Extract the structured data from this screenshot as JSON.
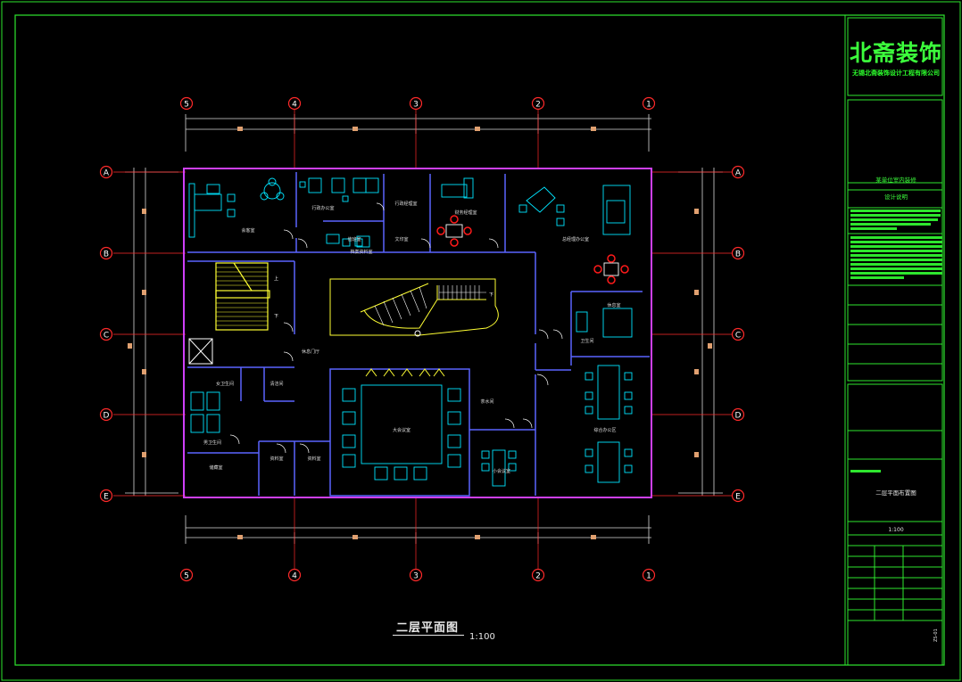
{
  "title_block": {
    "brand": "北斋装饰",
    "brand_subtitle": "无锡北斋装饰设计工程有限公司",
    "project": "某单位室内装修",
    "sub_label": "设计说明",
    "drawing_name": "二层平面布置图",
    "scale": "1:100",
    "vertical_code": "ZS-01"
  },
  "plan": {
    "title": "二层平面图",
    "scale": "1:100"
  },
  "grid": {
    "columns": [
      "5",
      "4",
      "3",
      "2",
      "1"
    ],
    "rows": [
      "A",
      "B",
      "C",
      "D",
      "E"
    ]
  },
  "rooms": {
    "meeting": "会客室",
    "admin_office": "行政办公室",
    "admin_manager": "行政经理室",
    "finance_manager": "财务经理室",
    "exec_office": "总经理办公室",
    "duty": "值班室",
    "copy_print": "文印室",
    "archive": "档案资料室",
    "lobby": "休息门厅",
    "female_wc": "女卫生间",
    "male_wc": "男卫生间",
    "cleaning": "清洁间",
    "storage": "储藏室",
    "file1": "资料室",
    "file2": "资料室",
    "large_meeting": "大会议室",
    "tea": "茶水间",
    "small_meeting": "小会议室",
    "rest": "休息室",
    "wc": "卫生间",
    "general_office": "综合办公区",
    "up": "上",
    "down": "下",
    "down2": "下"
  },
  "colors": {
    "title_green": "#3cff3c",
    "frame_green": "#2ee62e",
    "outer_wall": "#d040ff",
    "inner_wall": "#5a64ff",
    "furniture": "#00e5ff",
    "stair": "#ffff33",
    "axis_circle": "#ff2a2a",
    "chairs_red": "#ff1a1a",
    "dimension": "#d9d9d9"
  }
}
